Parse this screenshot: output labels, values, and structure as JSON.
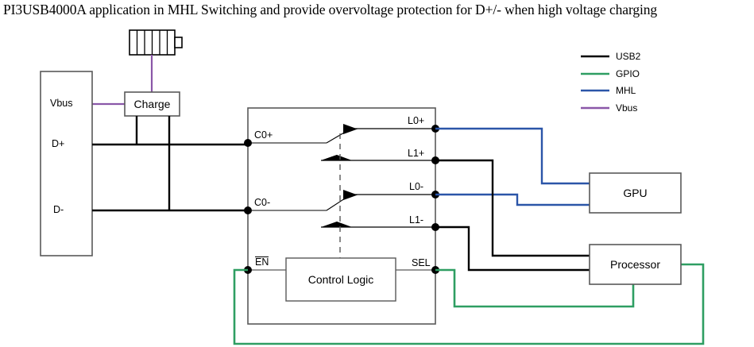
{
  "title": "PI3USB4000A application in MHL Switching and provide overvoltage protection for D+/- when high voltage charging",
  "colors": {
    "usb2": "#000000",
    "gpio": "#2e9e62",
    "mhl": "#2b55a8",
    "vbus": "#8a57a8",
    "box_stroke": "#595959",
    "ic_stroke": "#595959"
  },
  "legend": {
    "items": [
      {
        "label": "USB2",
        "color": "#000000"
      },
      {
        "label": "GPIO",
        "color": "#2e9e62"
      },
      {
        "label": "MHL",
        "color": "#2b55a8"
      },
      {
        "label": "Vbus",
        "color": "#8a57a8"
      }
    ]
  },
  "connector": {
    "name": "usb-connector",
    "pins": [
      {
        "label": "Vbus"
      },
      {
        "label": "D+"
      },
      {
        "label": "D-"
      }
    ]
  },
  "blocks": [
    {
      "name": "charge",
      "label": "Charge"
    },
    {
      "name": "control-logic",
      "label": "Control Logic"
    },
    {
      "name": "gpu",
      "label": "GPU"
    },
    {
      "name": "processor",
      "label": "Processor"
    }
  ],
  "battery": {
    "label": "battery-icon",
    "cells": 6
  },
  "ic": {
    "left_pins": [
      {
        "label": "C0+"
      },
      {
        "label": "C0-"
      }
    ],
    "right_pins": [
      {
        "label": "L0+"
      },
      {
        "label": "L1+"
      },
      {
        "label": "L0-"
      },
      {
        "label": "L1-"
      }
    ],
    "control_pins": [
      {
        "label": "EN",
        "overline": true
      },
      {
        "label": "SEL",
        "overline": false
      }
    ]
  }
}
